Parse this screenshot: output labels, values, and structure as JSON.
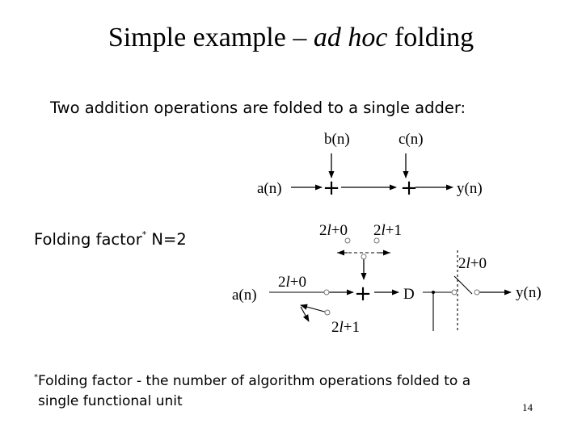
{
  "title": {
    "main": "Simple example – ",
    "italic": "ad hoc",
    "tail": " folding"
  },
  "line1": "Two addition operations are folded to a single adder:",
  "folding": {
    "text": "Folding factor",
    "star": "*",
    "tail": " N=2"
  },
  "footnote": {
    "star": "*",
    "line1": "Folding factor - the number of algorithm operations folded to a",
    "line2": "single functional unit"
  },
  "page_number": "14",
  "diagram_top": {
    "input_a": "a(n)",
    "input_b": "b(n)",
    "input_c": "c(n)",
    "output_y": "y(n)",
    "adder_symbol": "+"
  },
  "diagram_bottom": {
    "input_a": "a(n)",
    "output_y": "y(n)",
    "delay": "D",
    "adder_symbol": "+",
    "switch_top_left": "2l+0",
    "switch_top_right": "2l+1",
    "switch_left_upper": "2l+0",
    "switch_left_lower": "2l+1",
    "switch_right": "2l+0"
  }
}
